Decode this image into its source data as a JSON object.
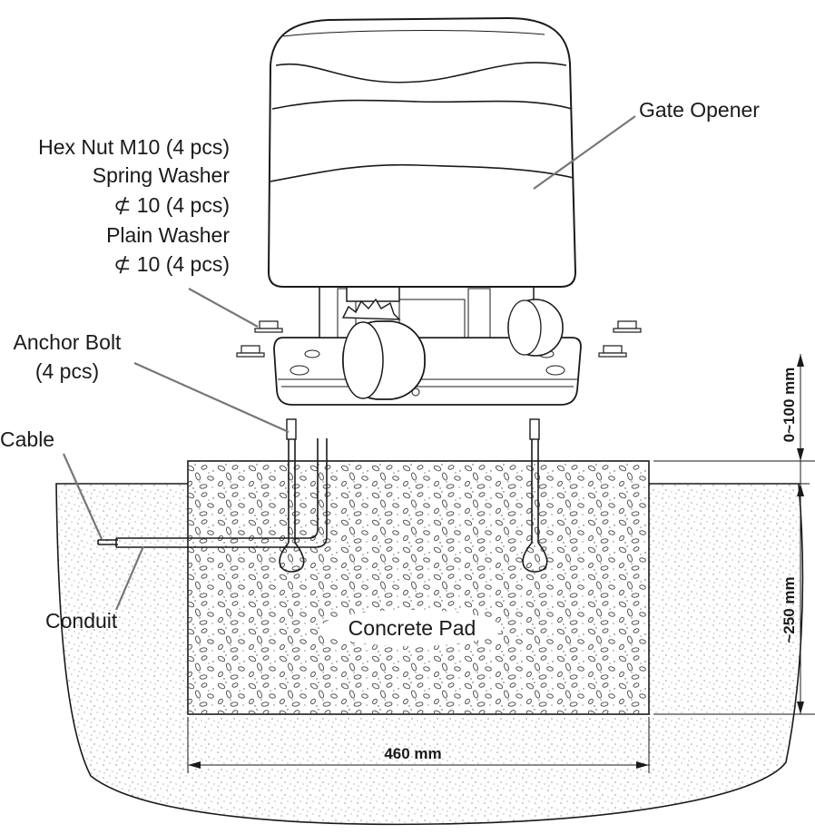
{
  "labels": {
    "gate_opener": "Gate Opener",
    "hex_nut": "Hex Nut M10 (4 pcs)",
    "spring_washer": "Spring Washer",
    "spring_washer_size": "⊄ 10 (4 pcs)",
    "plain_washer": "Plain Washer",
    "plain_washer_size": "⊄ 10 (4 pcs)",
    "anchor_bolt": "Anchor Bolt",
    "anchor_bolt_qty": "(4 pcs)",
    "cable": "Cable",
    "conduit": "Conduit",
    "concrete_pad": "Concrete Pad"
  },
  "dimensions": {
    "width": "460 mm",
    "depth": "~250 mm",
    "height_above": "0~100 mm"
  },
  "colors": {
    "line": "#1a1a1a",
    "leader": "#777777",
    "motor_fill": "#ffffff",
    "background": "#ffffff"
  }
}
